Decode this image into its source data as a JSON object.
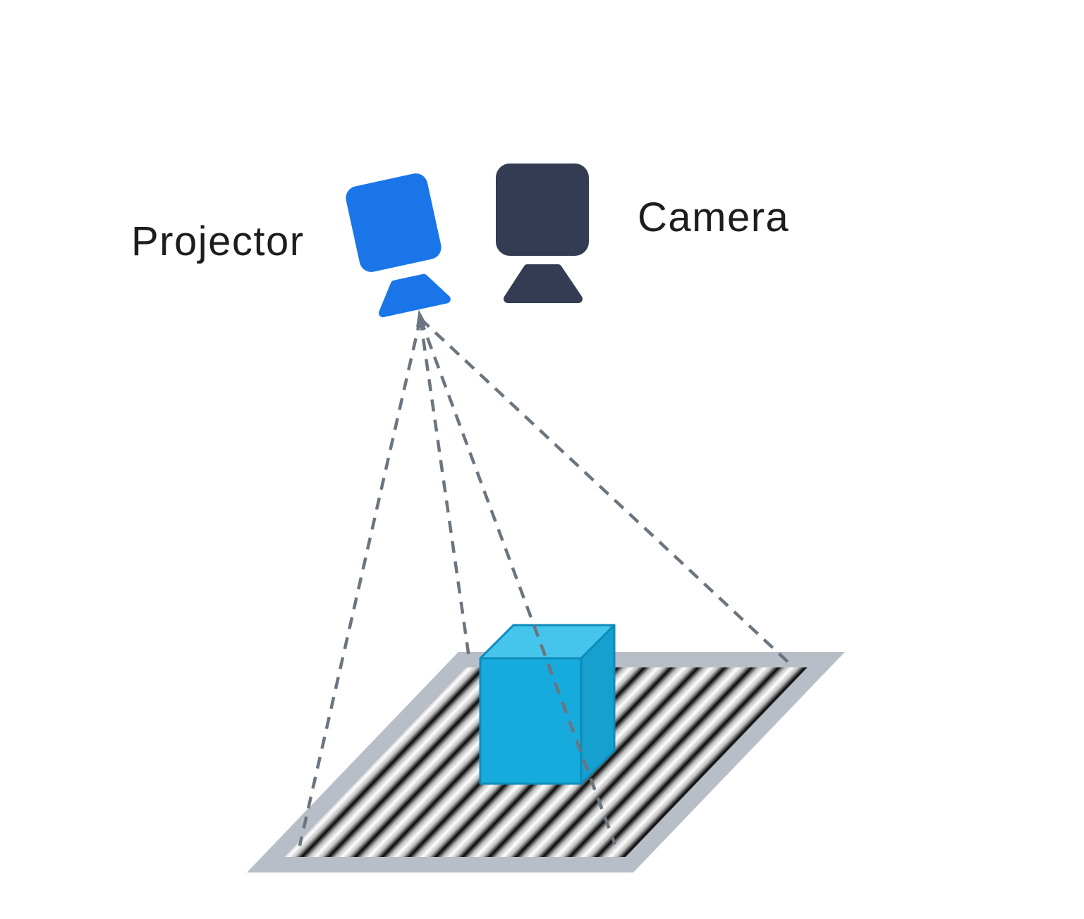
{
  "scene": {
    "projector": {
      "label": "Projector"
    },
    "camera": {
      "label": "Camera"
    },
    "beams": {
      "count": 4
    },
    "colors": {
      "projector_body": "#1a76e8",
      "camera_body": "#333c52",
      "beam_dash": "#6b7580",
      "arrowhead": "#6b7580",
      "platform_border": "#b8bec8",
      "fringe_light": "#ffffff",
      "fringe_mid": "#bdbdbd",
      "fringe_dark": "#060606",
      "cube_top": "#45c4ec",
      "cube_front": "#17abdd",
      "cube_right": "#16a0cf",
      "cube_edge": "#0d8cba",
      "label_text": "#1d1d1f"
    }
  }
}
